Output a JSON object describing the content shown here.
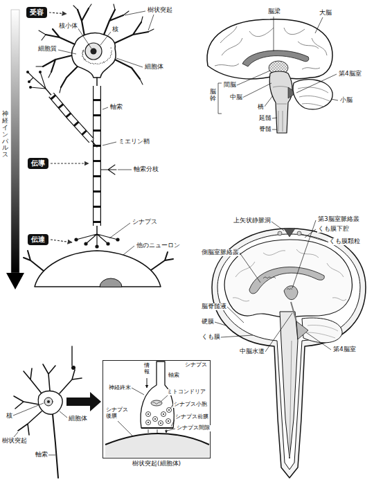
{
  "diagram": {
    "nodes": [
      {
        "text": [
          "受容"
        ]
      },
      {
        "text": [
          "伝導"
        ]
      },
      {
        "text": [
          "伝達"
        ]
      },
      {
        "text": [
          "シナプス"
        ]
      }
    ],
    "labels": [
      "神経インパルス",
      "樹状突起",
      "核小体",
      "核",
      "細胞質",
      "細胞体",
      "軸索",
      "ミエリン鞘",
      "軸索分枝",
      "シナプス",
      "他のニューロン",
      "脳梁",
      "大脳",
      "第4脳室",
      "小脳",
      "脳幹",
      "間脳",
      "中脳",
      "橋",
      "延髄",
      "脊髄",
      "上矢状静脈洞",
      "第3脳室脈絡叢",
      "くも膜下腔",
      "くも膜顆粒",
      "側脳室脈絡叢",
      "脳脊髄液",
      "硬膜",
      "くも膜",
      "中脳水道",
      "第4脳室",
      "核",
      "樹状突起",
      "細胞体",
      "軸索",
      "情報",
      "軸索",
      "神経終末",
      "ミトコンドリア",
      "シナプス 後膜",
      "シナプス小胞",
      "シナプス前膜",
      "シナプス間隙",
      "樹状突起(細胞体)"
    ]
  }
}
